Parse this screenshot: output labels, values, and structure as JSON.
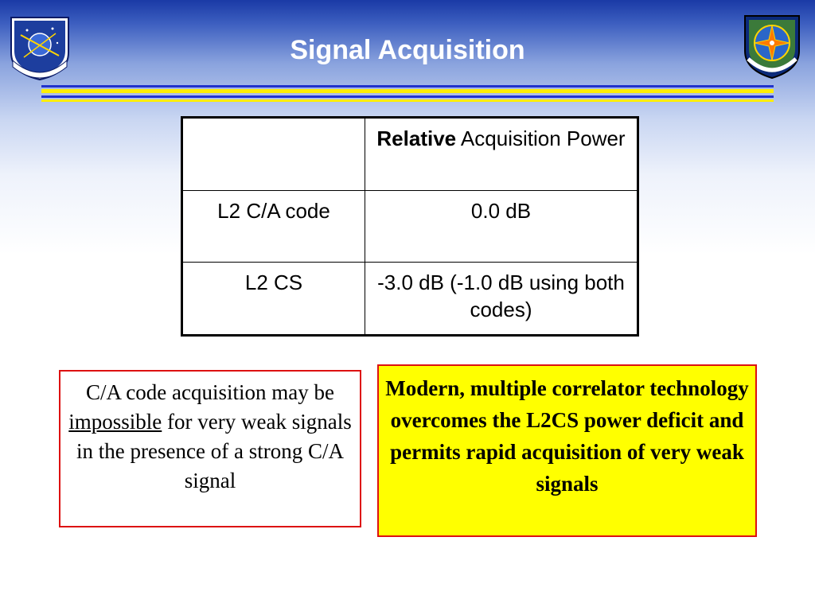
{
  "slide": {
    "title": "Signal Acquisition"
  },
  "table": {
    "header": {
      "col0": "",
      "col1_bold": "Relative",
      "col1_rest": " Acquisition Power"
    },
    "rows": [
      {
        "label": "L2 C/A code",
        "value": "0.0 dB"
      },
      {
        "label": "L2 CS",
        "value": "-3.0 dB (-1.0 dB using both codes)"
      }
    ]
  },
  "left_note": {
    "part1": "C/A code acquisition may be ",
    "emphasis": "impossible",
    "part2": " for very weak signals in the presence of a strong C/A signal"
  },
  "right_note": {
    "text": "Modern, multiple correlator technology overcomes the L2CS power deficit and permits rapid acquisition of very weak signals"
  },
  "colors": {
    "title": "#ffffff",
    "rule_blue": "#2233cc",
    "rule_yellow": "#ffee00",
    "highlight_box": "#ffff00",
    "box_border": "#dd1111"
  }
}
